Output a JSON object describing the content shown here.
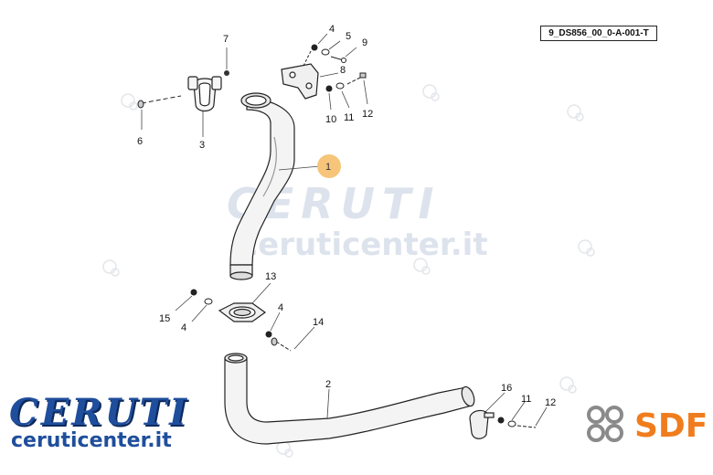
{
  "document": {
    "code": "9_DS856_00_0-A-001-T"
  },
  "watermark": {
    "title": "CERUTI",
    "subtitle": "ceruticenter.it",
    "badge": "SDF"
  },
  "logo": {
    "title": "CERUTI",
    "subtitle": "ceruticenter.it",
    "brand": "SDF",
    "brand_color": "#f07d1d",
    "ceruti_color": "#1f4e9c"
  },
  "highlight_color": "#f6c57a",
  "parts": [
    {
      "id": "p7",
      "label": "7"
    },
    {
      "id": "p4a",
      "label": "4"
    },
    {
      "id": "p5",
      "label": "5"
    },
    {
      "id": "p9",
      "label": "9"
    },
    {
      "id": "p8",
      "label": "8"
    },
    {
      "id": "p10a",
      "label": "10"
    },
    {
      "id": "p11a",
      "label": "11"
    },
    {
      "id": "p12a",
      "label": "12"
    },
    {
      "id": "p6",
      "label": "6"
    },
    {
      "id": "p3",
      "label": "3"
    },
    {
      "id": "p1",
      "label": "1"
    },
    {
      "id": "p13",
      "label": "13"
    },
    {
      "id": "p15",
      "label": "15"
    },
    {
      "id": "p4b",
      "label": "4"
    },
    {
      "id": "p4c",
      "label": "4"
    },
    {
      "id": "p14",
      "label": "14"
    },
    {
      "id": "p2",
      "label": "2"
    },
    {
      "id": "p16",
      "label": "16"
    },
    {
      "id": "p11b",
      "label": "11"
    },
    {
      "id": "p12b",
      "label": "12"
    }
  ]
}
